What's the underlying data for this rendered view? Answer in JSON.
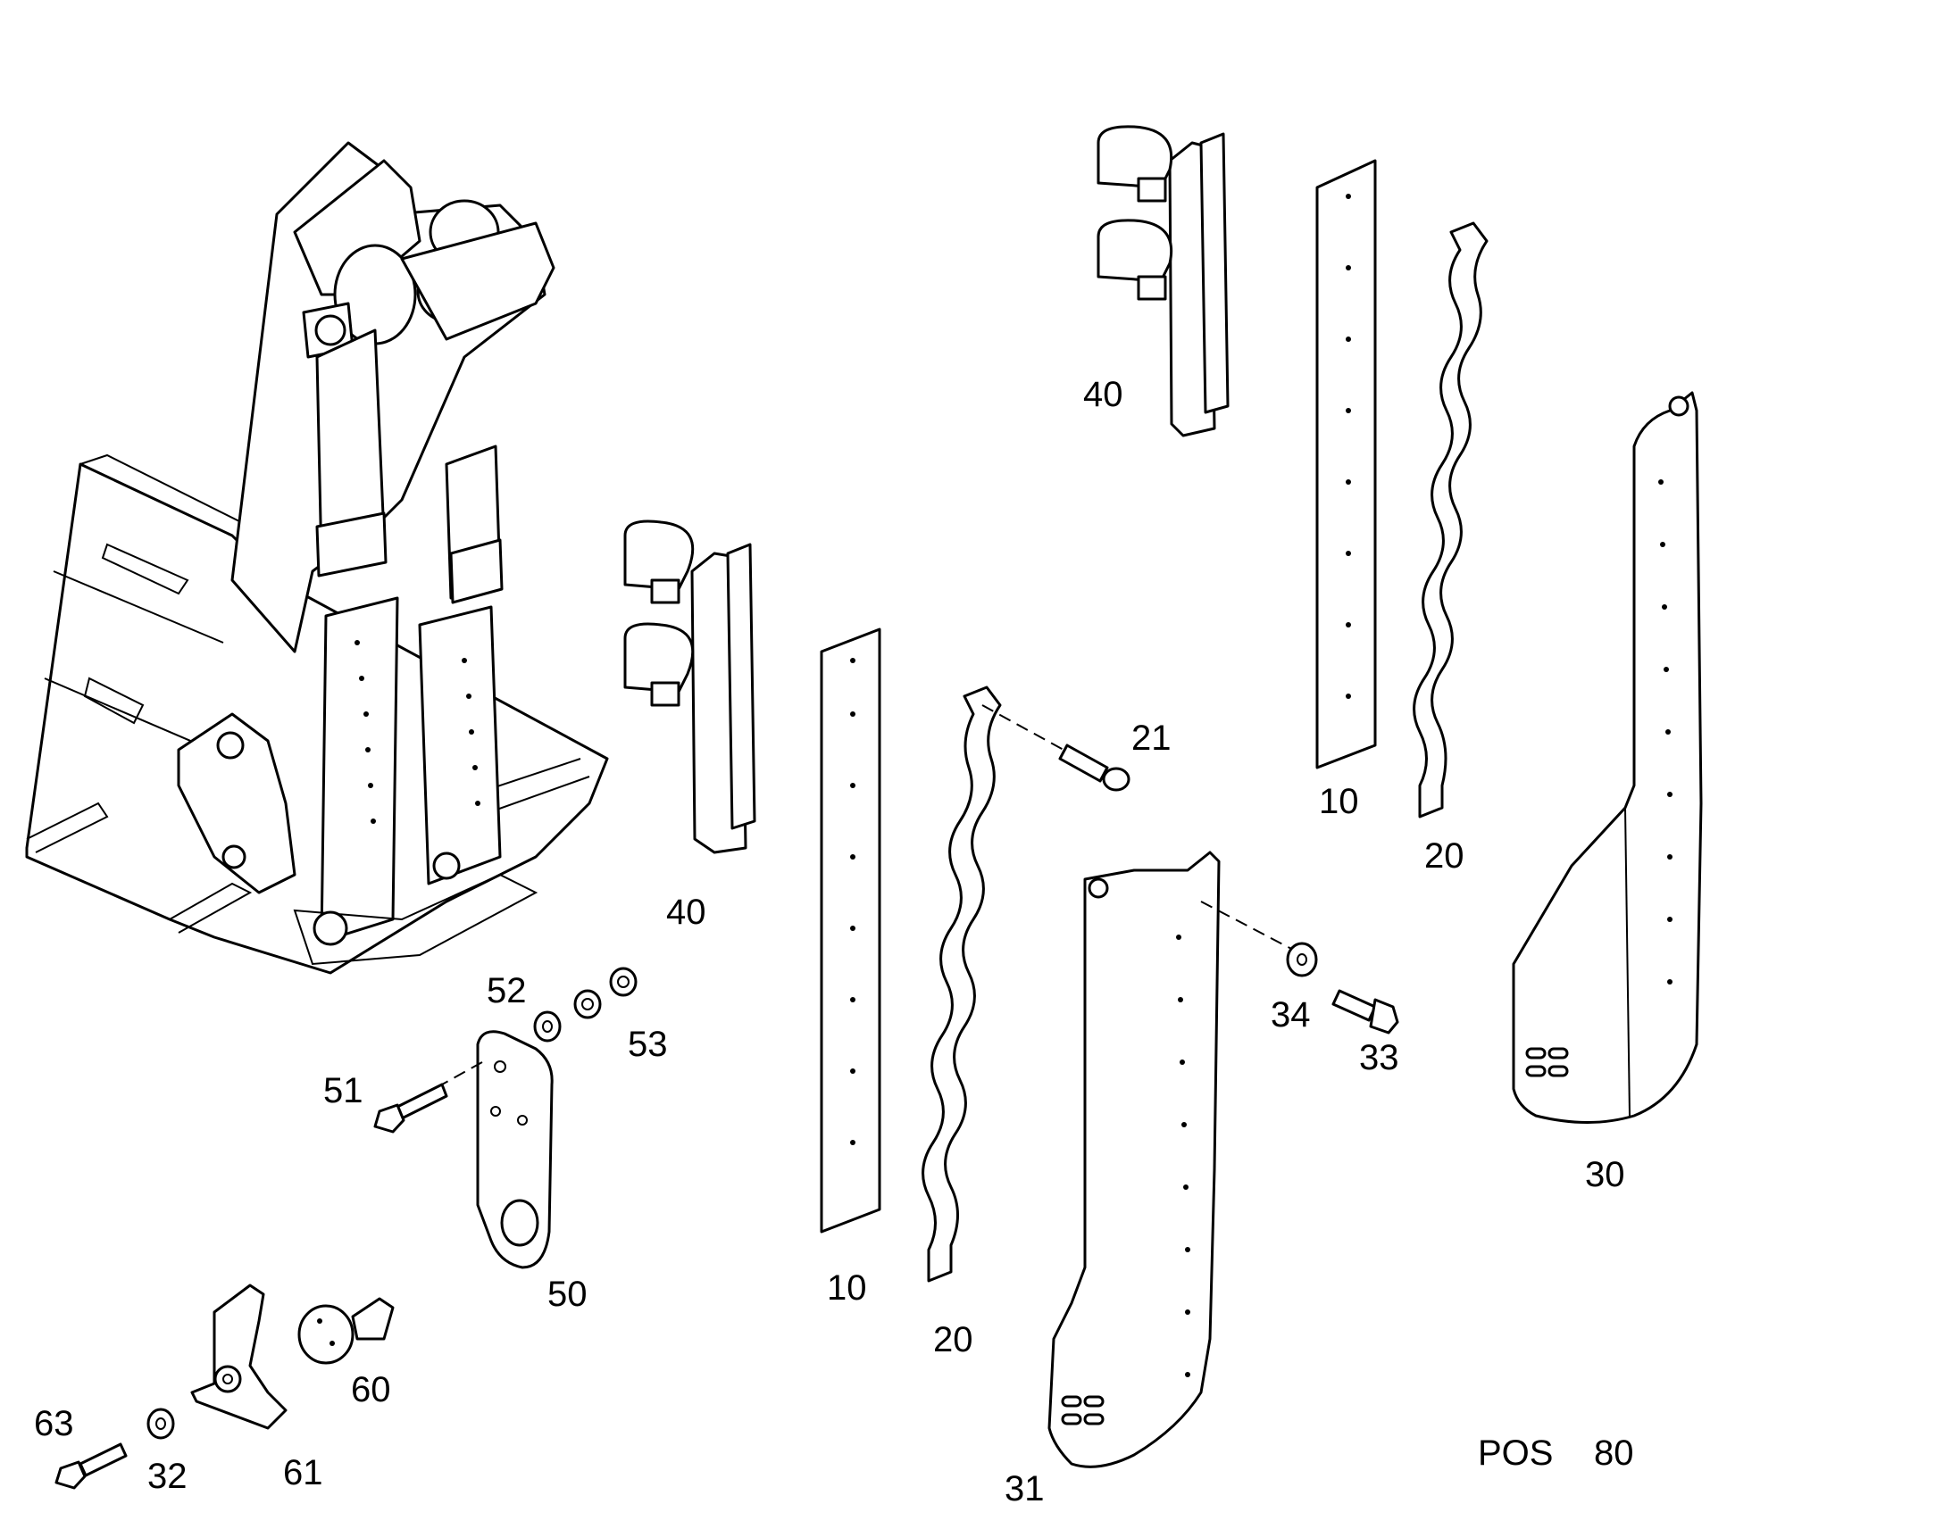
{
  "title": "POS",
  "position_number": "80",
  "callouts": {
    "c10a": "10",
    "c10b": "10",
    "c20a": "20",
    "c20b": "20",
    "c21": "21",
    "c30": "30",
    "c31": "31",
    "c32": "32",
    "c33": "33",
    "c34": "34",
    "c40a": "40",
    "c40b": "40",
    "c50": "50",
    "c51": "51",
    "c52": "52",
    "c53": "53",
    "c60": "60",
    "c61": "61",
    "c63": "63"
  }
}
